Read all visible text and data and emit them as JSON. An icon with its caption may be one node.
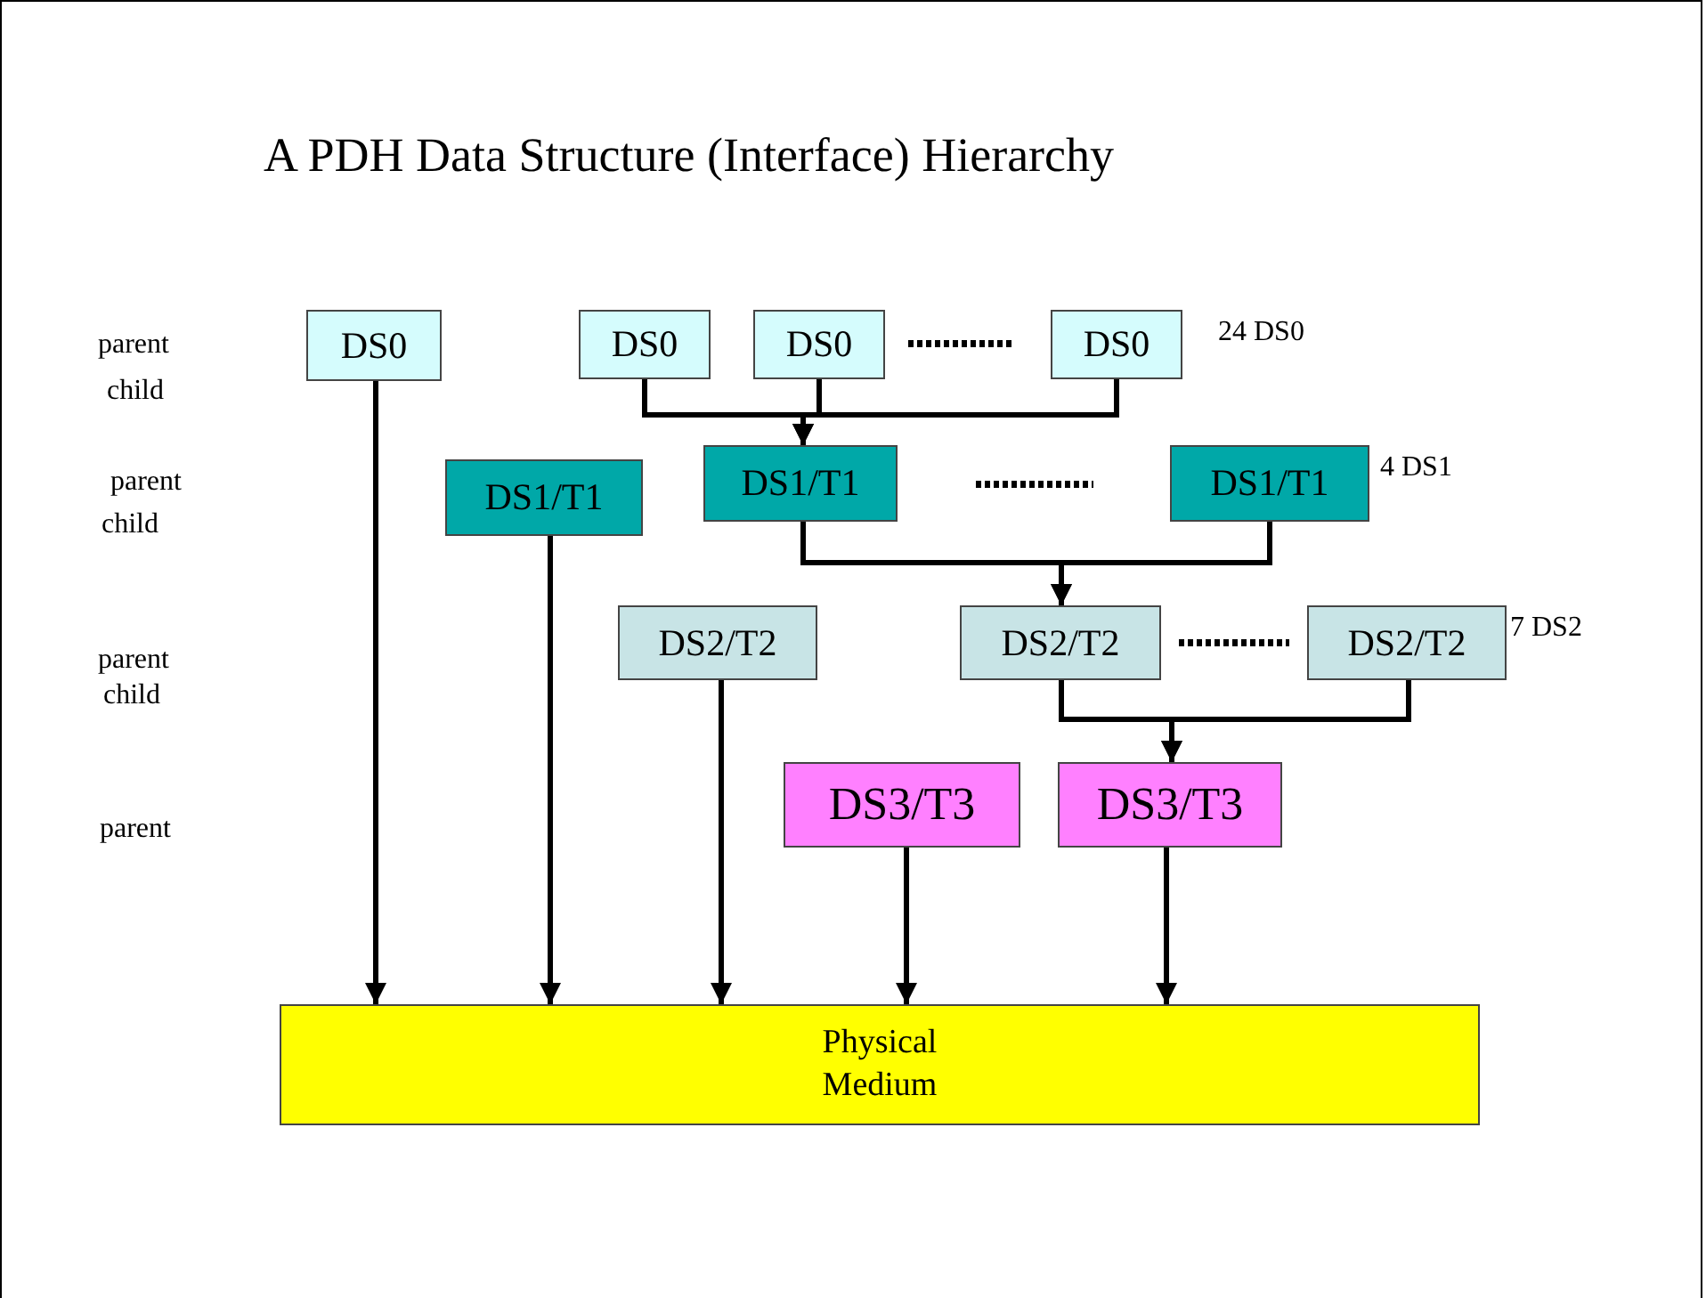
{
  "diagram": {
    "title": "A PDH Data Structure (Interface) Hierarchy",
    "nodes": [
      {
        "text": [
          "DS0"
        ]
      },
      {
        "text": [
          "DS0"
        ]
      },
      {
        "text": [
          "DS0"
        ]
      },
      {
        "text": [
          "DS0"
        ],
        "beside": [
          "24 DS0"
        ]
      },
      {
        "text": [
          "DS1/T1"
        ]
      },
      {
        "text": [
          "DS1/T1"
        ]
      },
      {
        "text": [
          "DS1/T1"
        ],
        "beside": [
          "4 DS1"
        ]
      },
      {
        "text": [
          "DS2/T2"
        ]
      },
      {
        "text": [
          "DS2/T2"
        ]
      },
      {
        "text": [
          "DS2/T2"
        ],
        "beside": [
          "7 DS2"
        ]
      },
      {
        "text": [
          "DS3/T3"
        ]
      },
      {
        "text": [
          "DS3/T3"
        ]
      },
      {
        "text": [
          "Physical Medium"
        ]
      }
    ],
    "edges": [
      {
        "from": 0,
        "to": 12,
        "arrow": "to"
      },
      {
        "from": 1,
        "to": 5,
        "arrow": "to"
      },
      {
        "from": 2,
        "to": 5,
        "arrow": "to"
      },
      {
        "from": 3,
        "to": 5,
        "arrow": "to"
      },
      {
        "from": 4,
        "to": 12,
        "arrow": "to"
      },
      {
        "from": 5,
        "to": 8,
        "arrow": "to"
      },
      {
        "from": 6,
        "to": 8,
        "arrow": "to"
      },
      {
        "from": 7,
        "to": 12,
        "arrow": "to"
      },
      {
        "from": 8,
        "to": 11,
        "arrow": "to"
      },
      {
        "from": 9,
        "to": 11,
        "arrow": "to"
      },
      {
        "from": 10,
        "to": 12,
        "arrow": "to"
      },
      {
        "from": 11,
        "to": 12,
        "arrow": "to"
      }
    ],
    "labels": [
      "parent",
      "child",
      "parent",
      "child",
      "parent",
      "child",
      "parent"
    ]
  }
}
